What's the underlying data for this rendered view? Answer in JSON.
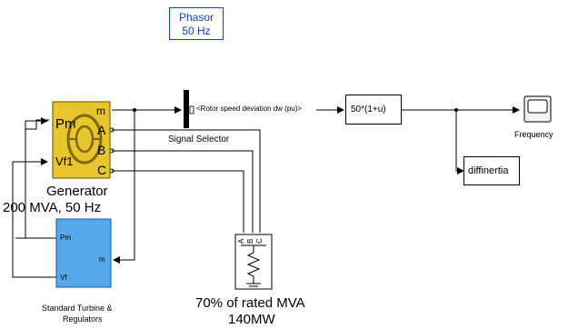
{
  "powergui": {
    "line1": "Phasor",
    "line2": "50 Hz"
  },
  "generator": {
    "ports": {
      "pm": "Pm",
      "vf": "Vf1",
      "m": "m",
      "a": "A",
      "b": "B",
      "c": "C"
    },
    "label_line1": "Generator",
    "label_line2": "200 MVA, 50 Hz"
  },
  "selector": {
    "signal": "<Rotor speed deviation  dw (pu)>",
    "label": "Signal Selector"
  },
  "fcn": {
    "expr": "50*(1+u)"
  },
  "scope": {
    "label": "Frequency"
  },
  "goto": {
    "label": "diffinertia"
  },
  "turbine": {
    "ports": {
      "pm": "Pm",
      "m": "m",
      "vf": "Vf"
    },
    "label_line1": "Standard Turbine &",
    "label_line2": "Regulators"
  },
  "load": {
    "ports": {
      "a": "A",
      "b": "B",
      "c": "C"
    },
    "label_line1": "70% of rated MVA",
    "label_line2": "140MW"
  },
  "colors": {
    "generator_fill": "#e8c52c",
    "generator_border": "#7d6a10",
    "turbine_fill": "#55a8ec",
    "phasor_text": "#1a3fb8"
  }
}
